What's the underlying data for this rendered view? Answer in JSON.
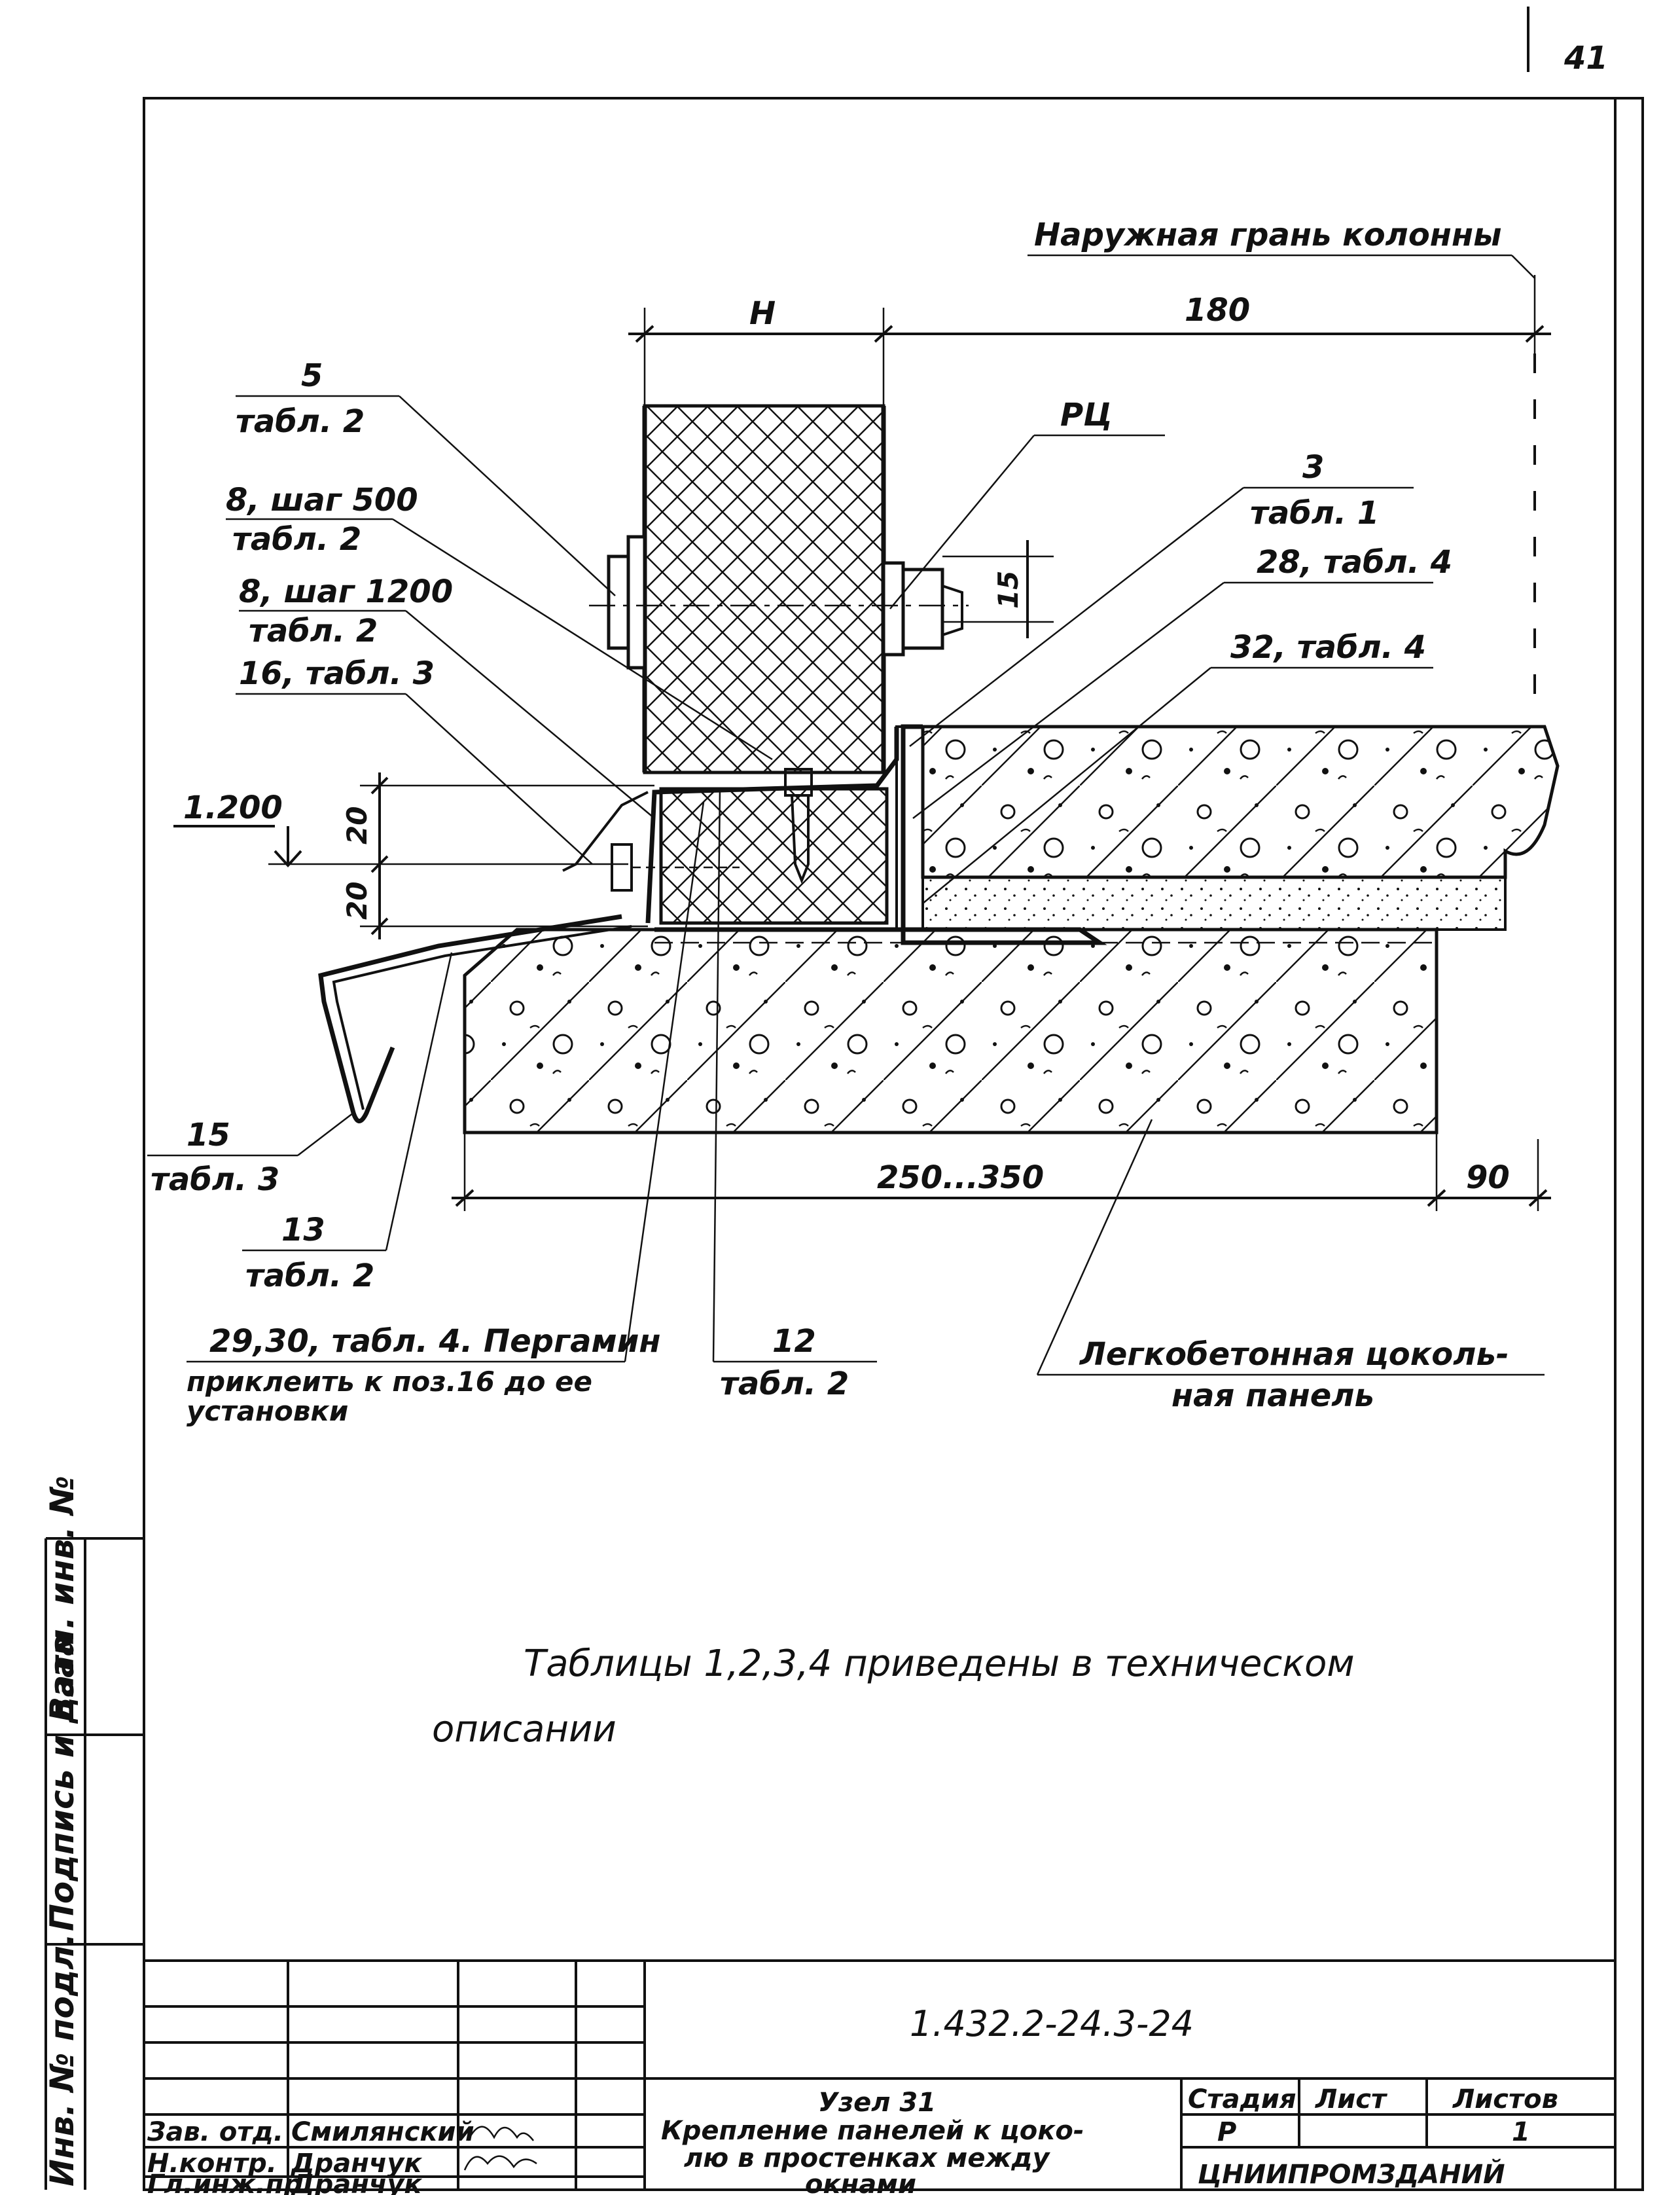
{
  "sheet_number": "41",
  "dimensions": {
    "h": "H",
    "d180": "180",
    "d15": "15",
    "d20a": "20",
    "d20b": "20",
    "width_range": "250...350",
    "d90": "90"
  },
  "level_mark": "1.200",
  "callouts": {
    "outer_face": "Наружная грань колонны",
    "rc": "РЦ",
    "c5_num": "5",
    "c5_tab": "табл. 2",
    "c8a_num": "8, шаг 500",
    "c8a_tab": "табл. 2",
    "c8b_num": "8, шаг 1200",
    "c8b_tab": "табл. 2",
    "c16": "16, табл. 3",
    "c3_num": "3",
    "c3_tab": "табл. 1",
    "c28": "28, табл. 4",
    "c32": "32, табл. 4",
    "c15_num": "15",
    "c15_tab": "табл. 3",
    "c13_num": "13",
    "c13_tab": "табл. 2",
    "c29_line1": "29,30, табл. 4. Пергамин",
    "c29_line2": "приклеить к поз.16 до ее",
    "c29_line3": "установки",
    "c12_num": "12",
    "c12_tab": "табл. 2",
    "panel_line1": "Легкобетонная цоколь-",
    "panel_line2": "ная панель"
  },
  "note_line1": "Таблицы 1,2,3,4 приведены в техническом",
  "note_line2": "описании",
  "side_stamp": {
    "inv_orig": "Инв. № подл.",
    "sign_date": "Подпись и дата",
    "inv_instead": "Взам. инв. №"
  },
  "title_block": {
    "doc_code": "1.432.2-24.3-24",
    "node": "Узел  31",
    "desc_line1": "Крепление панелей к цоко-",
    "desc_line2": "лю в простенках между",
    "desc_line3": "окнами",
    "stage_hdr": "Стадия",
    "sheet_hdr": "Лист",
    "sheets_hdr": "Листов",
    "stage": "Р",
    "sheets": "1",
    "org": "ЦНИИПРОМЗДАНИЙ",
    "roles": [
      "Зав. отд.",
      "Н.контр.",
      "Гл.инж.пр."
    ],
    "names": [
      "Смилянский",
      "Дранчук",
      "Дранчук"
    ]
  }
}
